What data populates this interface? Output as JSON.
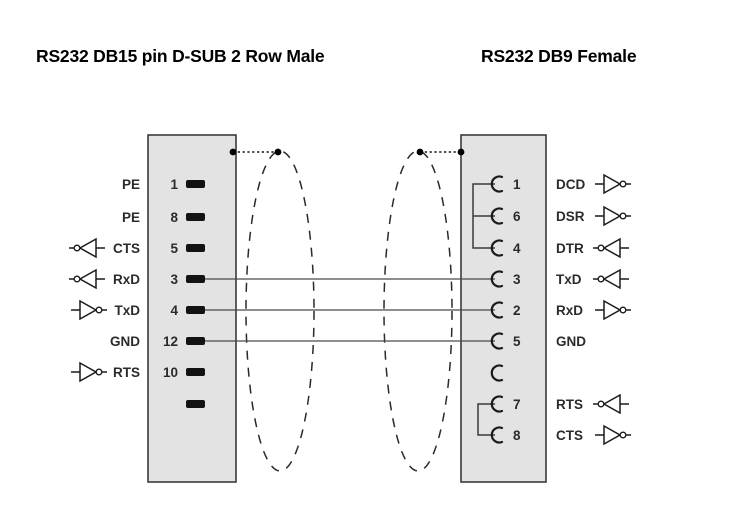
{
  "titles": {
    "left": "RS232 DB15 pin D-SUB 2 Row Male",
    "right": "RS232 DB9 Female"
  },
  "colors": {
    "background": "#ffffff",
    "connector_fill": "#e3e3e3",
    "connector_stroke": "#3a3a3a",
    "pin_black": "#121212",
    "wire": "#4a4a4a",
    "text": "#2b2b2b"
  },
  "left_connector": {
    "name": "DB15 pin D-SUB 2 Row Male",
    "pin_type": "male",
    "rows": [
      {
        "label": "PE",
        "number": "1",
        "symbol": "none",
        "wired": false
      },
      {
        "label": "PE",
        "number": "8",
        "symbol": "none",
        "wired": false
      },
      {
        "label": "CTS",
        "number": "5",
        "symbol": "buffer-left",
        "wired": false
      },
      {
        "label": "RxD",
        "number": "3",
        "symbol": "buffer-left",
        "wired": true
      },
      {
        "label": "TxD",
        "number": "4",
        "symbol": "buffer-right",
        "wired": true
      },
      {
        "label": "GND",
        "number": "12",
        "symbol": "none",
        "wired": true
      },
      {
        "label": "RTS",
        "number": "10",
        "symbol": "buffer-right",
        "wired": false
      },
      {
        "label": "",
        "number": "",
        "symbol": "none",
        "wired": false
      }
    ]
  },
  "right_connector": {
    "name": "DB9 Female",
    "pin_type": "female",
    "rows": [
      {
        "label": "DCD",
        "number": "1",
        "symbol": "buffer-right",
        "wired": false
      },
      {
        "label": "DSR",
        "number": "6",
        "symbol": "buffer-right",
        "wired": false
      },
      {
        "label": "DTR",
        "number": "4",
        "symbol": "buffer-left",
        "wired": false
      },
      {
        "label": "TxD",
        "number": "3",
        "symbol": "buffer-left",
        "wired": true
      },
      {
        "label": "RxD",
        "number": "2",
        "symbol": "buffer-right",
        "wired": true
      },
      {
        "label": "GND",
        "number": "5",
        "symbol": "none",
        "wired": true
      },
      {
        "label": "",
        "number": "",
        "symbol": "none",
        "wired": false
      },
      {
        "label": "RTS",
        "number": "7",
        "symbol": "buffer-left",
        "wired": false
      },
      {
        "label": "CTS",
        "number": "8",
        "symbol": "buffer-right",
        "wired": false
      }
    ],
    "jumpers": [
      {
        "name": "dcd-dsr-dtr-bridge",
        "pins": [
          "1",
          "6",
          "4"
        ]
      },
      {
        "name": "rts-cts-bridge",
        "pins": [
          "7",
          "8"
        ]
      }
    ]
  },
  "connections": [
    {
      "from_pin": "3",
      "from_label": "RxD",
      "to_pin": "3",
      "to_label": "TxD"
    },
    {
      "from_pin": "4",
      "from_label": "TxD",
      "to_pin": "2",
      "to_label": "RxD"
    },
    {
      "from_pin": "12",
      "from_label": "GND",
      "to_pin": "5",
      "to_label": "GND"
    }
  ],
  "cable_shield": {
    "count": 2,
    "style": "dashed-ellipse",
    "tie_line_style": "dotted"
  }
}
